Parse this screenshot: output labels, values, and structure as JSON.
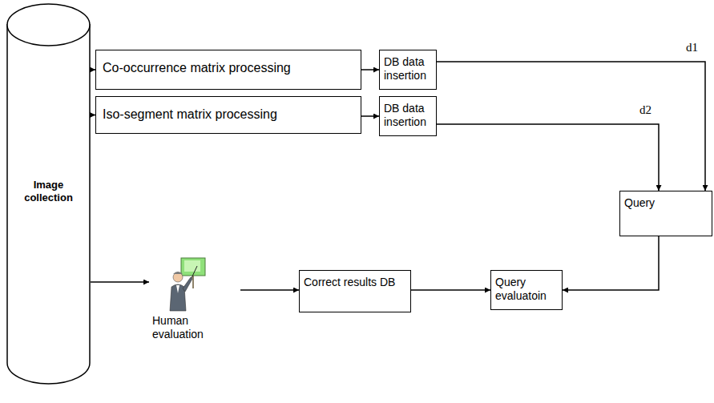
{
  "diagram": {
    "nodes": [
      {
        "text": [
          "Image collection"
        ]
      },
      {
        "text": [
          "Co-occurrence matrix processing"
        ]
      },
      {
        "text": [
          "DB data insertion"
        ]
      },
      {
        "text": [
          "Iso-segment matrix processing"
        ]
      },
      {
        "text": [
          "DB data insertion"
        ]
      },
      {
        "text": [
          "Query"
        ]
      },
      {
        "text": [
          "Human evaluation"
        ]
      },
      {
        "text": [
          "Correct results DB"
        ]
      },
      {
        "text": [
          "Query evaluatoin"
        ]
      }
    ],
    "edges": [
      {
        "from": 0,
        "to": 1,
        "arrow": "to"
      },
      {
        "from": 0,
        "to": 3,
        "arrow": "to"
      },
      {
        "from": 1,
        "to": 2,
        "arrow": "to"
      },
      {
        "from": 3,
        "to": 4,
        "arrow": "to"
      },
      {
        "from": 2,
        "to": 5,
        "label": "d1",
        "arrow": "to"
      },
      {
        "from": 4,
        "to": 5,
        "label": "d2",
        "arrow": "to"
      },
      {
        "from": 5,
        "to": 8,
        "arrow": "to"
      },
      {
        "from": 0,
        "to": 6,
        "arrow": "to"
      },
      {
        "from": 6,
        "to": 7,
        "arrow": "to"
      },
      {
        "from": 7,
        "to": 8,
        "arrow": "to"
      }
    ]
  }
}
